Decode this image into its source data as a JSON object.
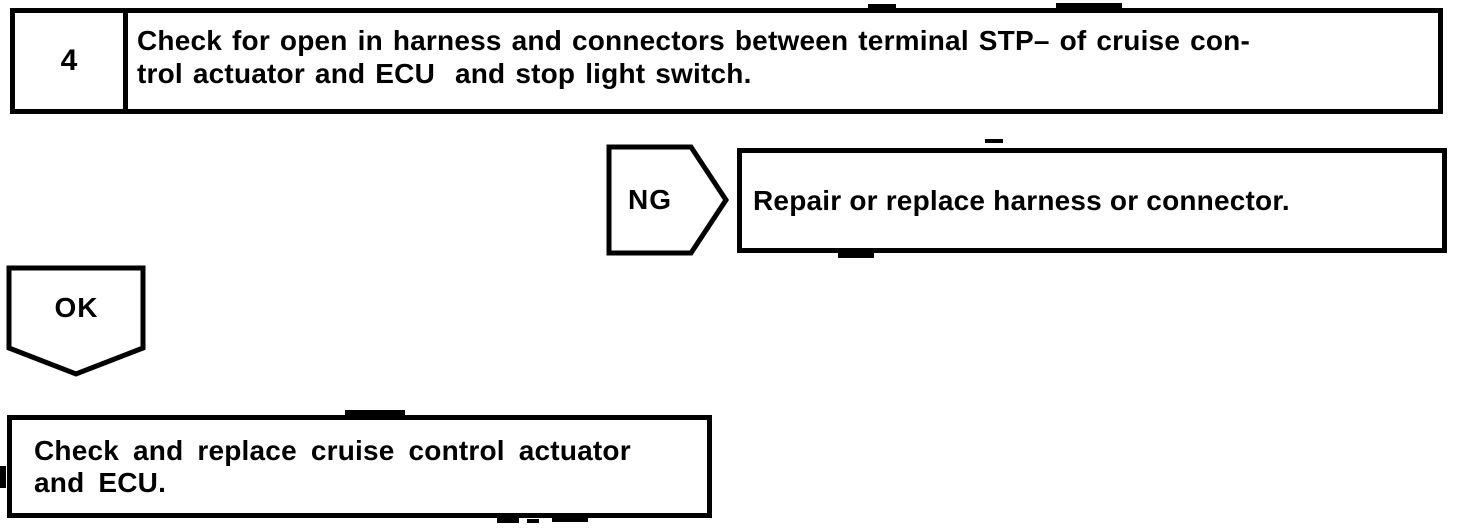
{
  "page": {
    "ink_color": "#000000",
    "paper_color": "#ffffff"
  },
  "flowchart": {
    "step_box": {
      "number": "4",
      "instruction_line1": "Check for open in harness and connectors between terminal STP– of cruise con-",
      "instruction_line2": "trol actuator and ECU  and stop light switch."
    },
    "ng_branch": {
      "connector_label": "NG",
      "result": "Repair or replace harness or connector."
    },
    "ok_branch": {
      "connector_label": "OK",
      "result_line1": "Check and replace cruise control actuator",
      "result_line2": "and ECU."
    }
  }
}
